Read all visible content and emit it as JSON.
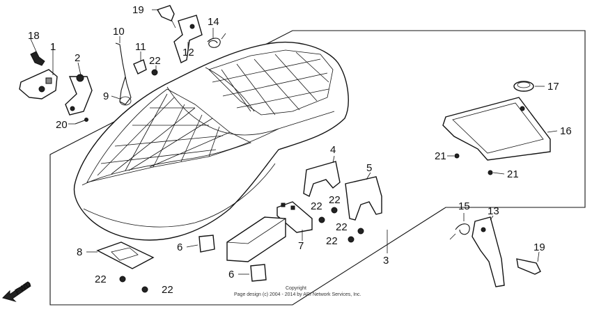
{
  "callouts": {
    "c1": "1",
    "c2": "2",
    "c3": "3",
    "c4": "4",
    "c5": "5",
    "c6a": "6",
    "c6b": "6",
    "c7": "7",
    "c8": "8",
    "c9": "9",
    "c10": "10",
    "c11": "11",
    "c12": "12",
    "c13": "13",
    "c14": "14",
    "c15": "15",
    "c16": "16",
    "c17": "17",
    "c18": "18",
    "c19a": "19",
    "c19b": "19",
    "c20": "20",
    "c21a": "21",
    "c21b": "21",
    "c22a": "22",
    "c22b": "22",
    "c22c": "22",
    "c22d": "22",
    "c22e": "22",
    "c22f": "22",
    "c22g": "22"
  },
  "fwd_label": "FWD",
  "copyright": {
    "line1": "Copyright",
    "line2": "Page design (c) 2004 - 2014 by ARI Network Services, Inc."
  }
}
